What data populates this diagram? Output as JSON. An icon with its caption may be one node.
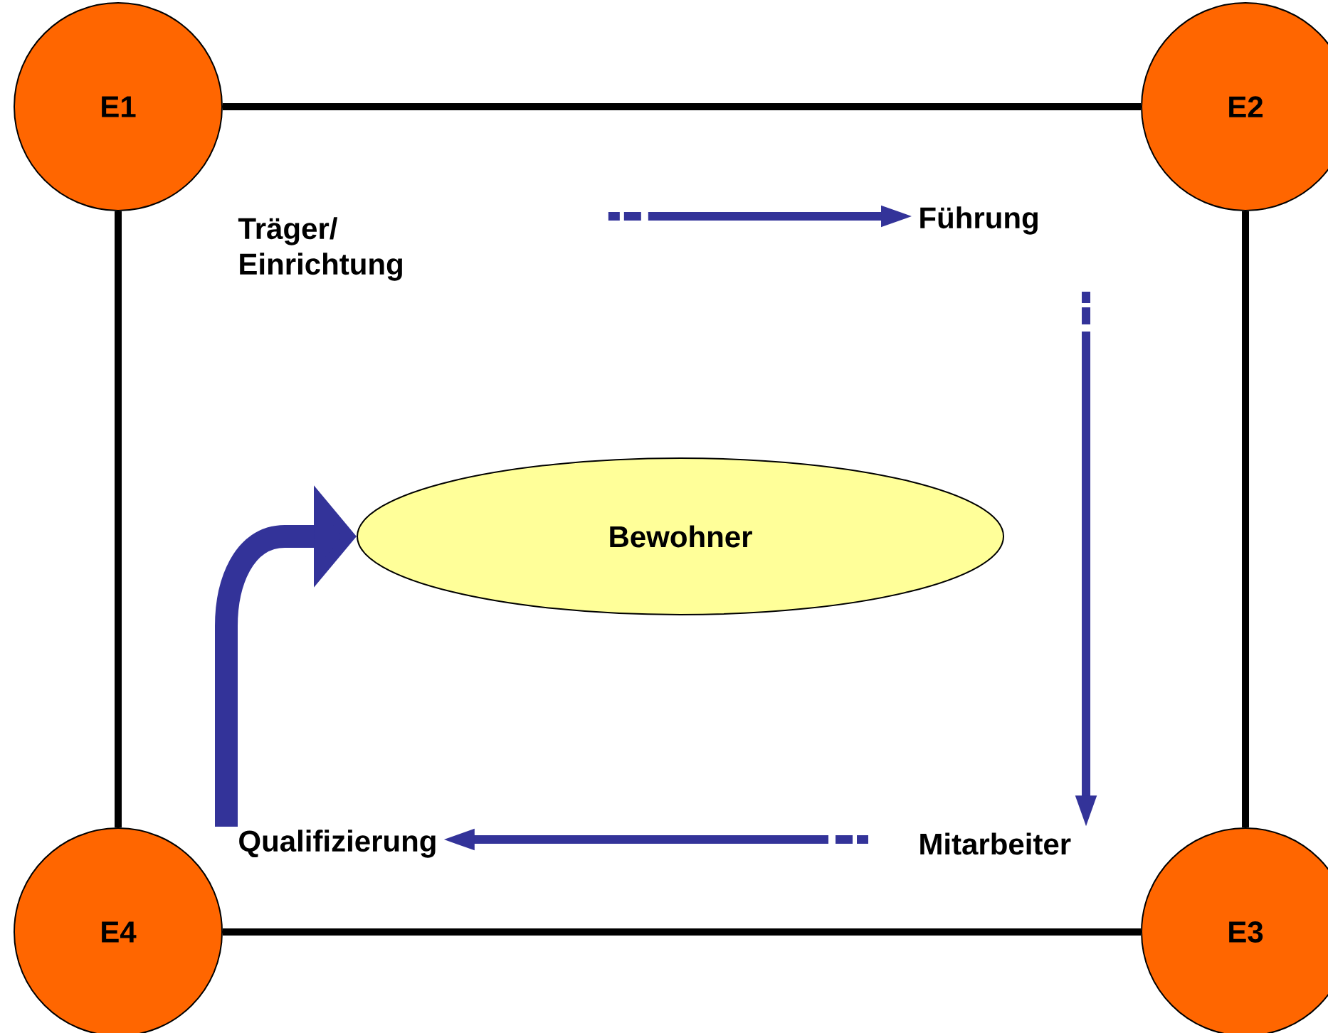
{
  "diagram": {
    "nodes": [
      {
        "text": [
          "E1"
        ]
      },
      {
        "text": [
          "E2"
        ]
      },
      {
        "text": [
          "E3"
        ]
      },
      {
        "text": [
          "E4"
        ]
      },
      {
        "text": [
          "Träger/ Einrichtung"
        ]
      },
      {
        "text": [
          "Führung"
        ]
      },
      {
        "text": [
          "Mitarbeiter"
        ]
      },
      {
        "text": [
          "Qualifizierung"
        ]
      },
      {
        "text": [
          "Bewohner"
        ]
      }
    ],
    "edges": [
      {
        "from": 0,
        "to": 1,
        "arrow": "none",
        "color": "#000000"
      },
      {
        "from": 1,
        "to": 2,
        "arrow": "none",
        "color": "#000000"
      },
      {
        "from": 2,
        "to": 3,
        "arrow": "none",
        "color": "#000000"
      },
      {
        "from": 3,
        "to": 0,
        "arrow": "none",
        "color": "#000000"
      },
      {
        "from": 4,
        "to": 5,
        "arrow": "to",
        "style": "dashed",
        "color": "#333399"
      },
      {
        "from": 5,
        "to": 6,
        "arrow": "to",
        "style": "dashed",
        "color": "#333399"
      },
      {
        "from": 6,
        "to": 7,
        "arrow": "to",
        "style": "dashed",
        "color": "#333399"
      },
      {
        "from": 7,
        "to": 8,
        "arrow": "to",
        "style": "thick",
        "color": "#333399"
      }
    ]
  }
}
